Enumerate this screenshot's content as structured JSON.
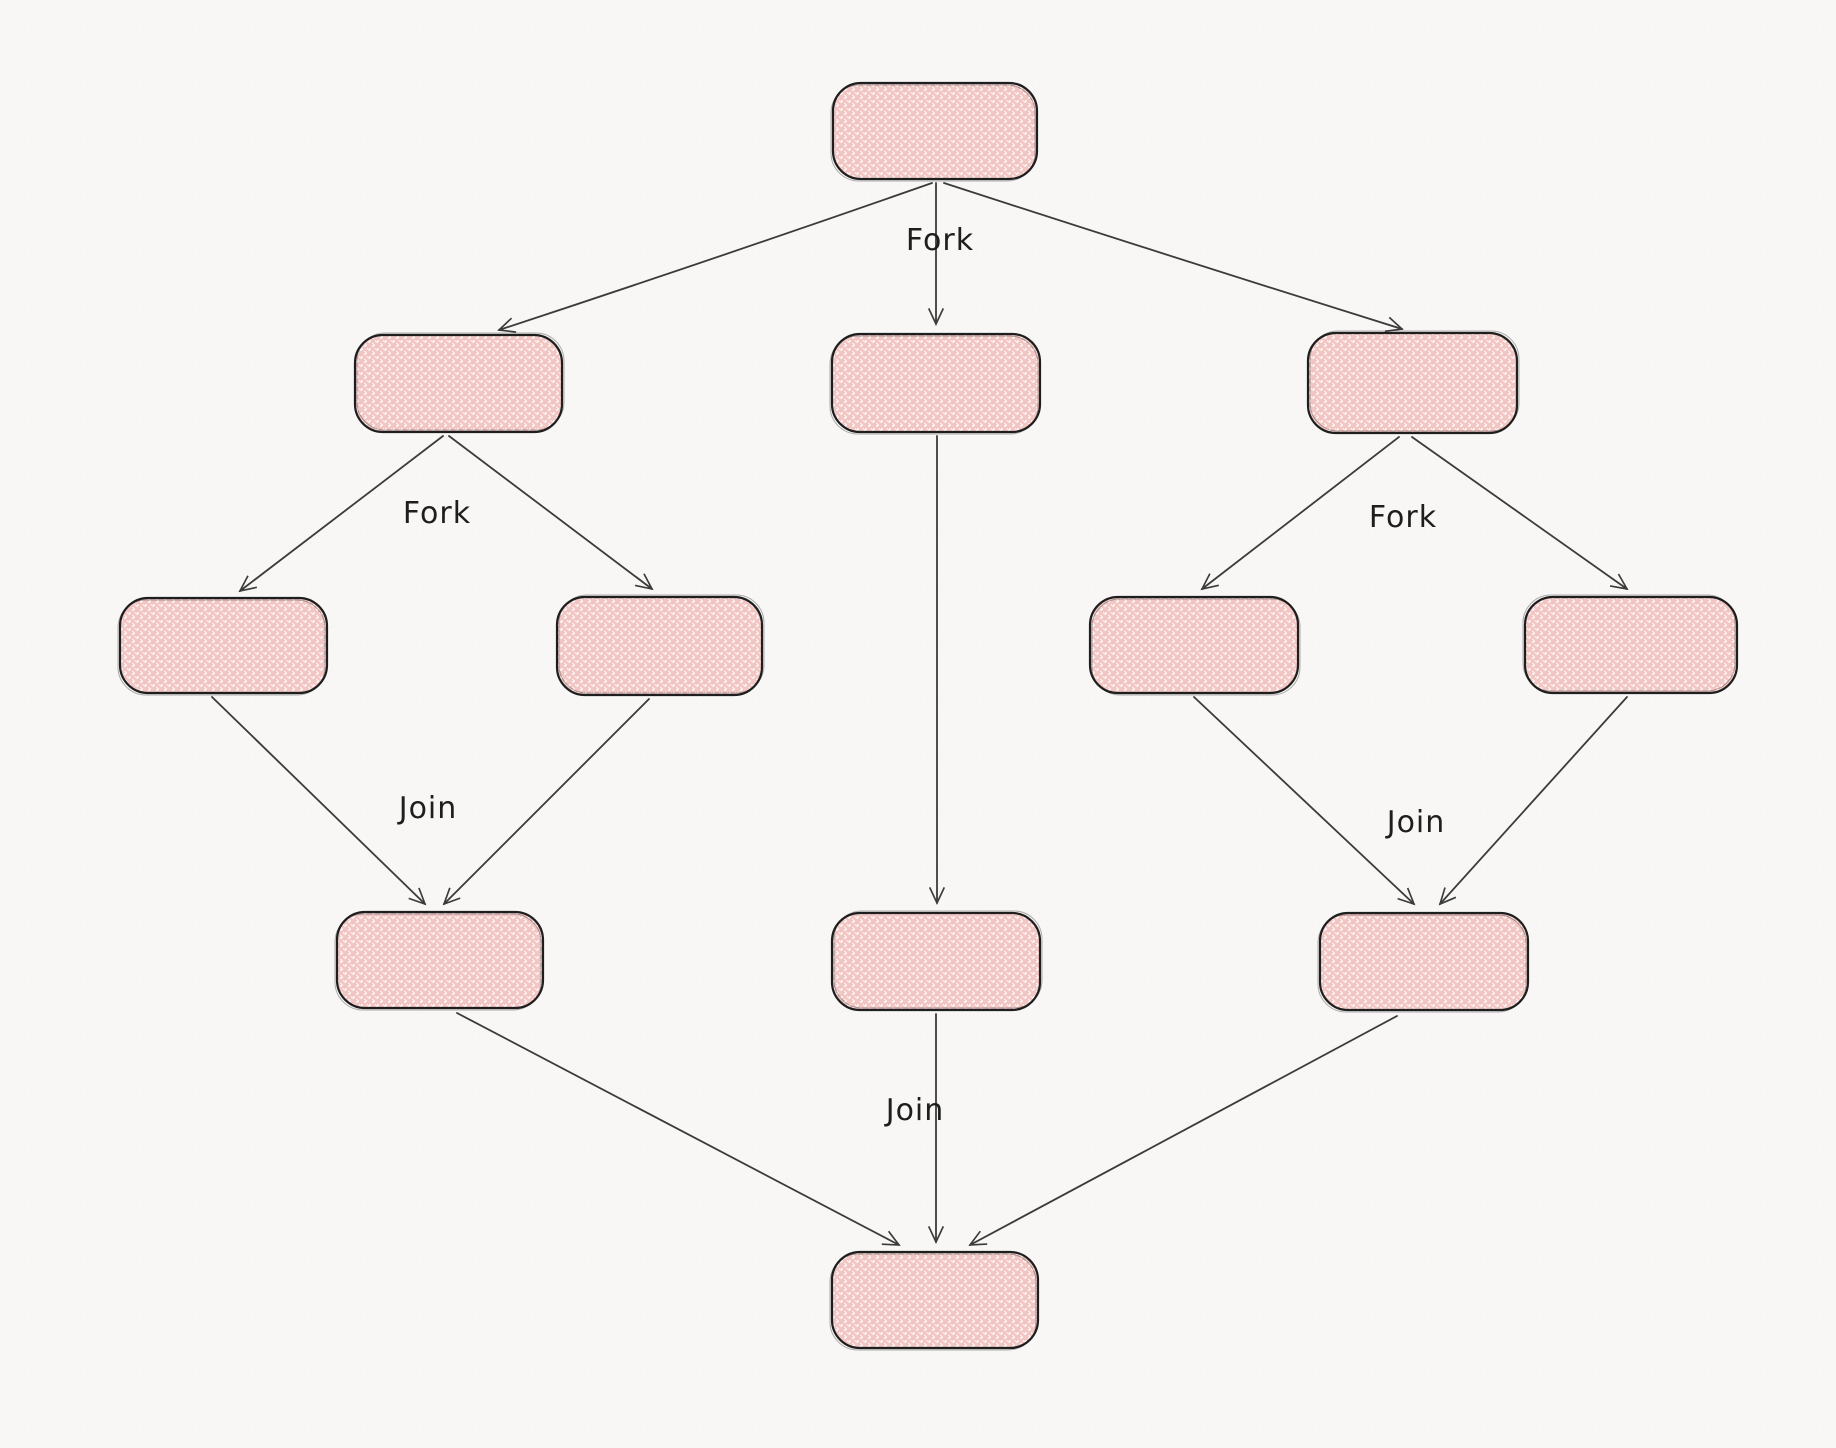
{
  "diagram": {
    "type": "flowchart",
    "style": "hand-drawn",
    "description": "Fork/Join concurrency flowchart with empty pink cross-hatched nodes",
    "colors": {
      "background": "#f8f7f5",
      "node_fill_base": "#ffffff",
      "node_hatch": "#f2c6c3",
      "node_border": "#1e1e1e",
      "arrow": "#3b3b3b",
      "label_text": "#1e1e1e"
    },
    "nodes": [
      {
        "id": "start",
        "label": ""
      },
      {
        "id": "branch-left",
        "label": ""
      },
      {
        "id": "branch-center",
        "label": ""
      },
      {
        "id": "branch-right",
        "label": ""
      },
      {
        "id": "task-left-1",
        "label": ""
      },
      {
        "id": "task-left-2",
        "label": ""
      },
      {
        "id": "task-right-1",
        "label": ""
      },
      {
        "id": "task-right-2",
        "label": ""
      },
      {
        "id": "join-left",
        "label": ""
      },
      {
        "id": "task-center",
        "label": ""
      },
      {
        "id": "join-right",
        "label": ""
      },
      {
        "id": "end",
        "label": ""
      }
    ],
    "edges": [
      {
        "from": "start",
        "to": "branch-left",
        "label": ""
      },
      {
        "from": "start",
        "to": "branch-center",
        "label": "Fork"
      },
      {
        "from": "start",
        "to": "branch-right",
        "label": ""
      },
      {
        "from": "branch-left",
        "to": "task-left-1",
        "label": ""
      },
      {
        "from": "branch-left",
        "to": "task-left-2",
        "label": ""
      },
      {
        "from": "task-left-1",
        "to": "join-left",
        "label": ""
      },
      {
        "from": "task-left-2",
        "to": "join-left",
        "label": ""
      },
      {
        "from": "branch-center",
        "to": "task-center",
        "label": ""
      },
      {
        "from": "branch-right",
        "to": "task-right-1",
        "label": ""
      },
      {
        "from": "branch-right",
        "to": "task-right-2",
        "label": ""
      },
      {
        "from": "task-right-1",
        "to": "join-right",
        "label": ""
      },
      {
        "from": "task-right-2",
        "to": "join-right",
        "label": ""
      },
      {
        "from": "join-left",
        "to": "end",
        "label": ""
      },
      {
        "from": "task-center",
        "to": "end",
        "label": "Join"
      },
      {
        "from": "join-right",
        "to": "end",
        "label": ""
      }
    ],
    "texts": [
      {
        "id": "fork-top",
        "text": "Fork"
      },
      {
        "id": "fork-left",
        "text": "Fork"
      },
      {
        "id": "fork-right",
        "text": "Fork"
      },
      {
        "id": "join-left-label",
        "text": "Join"
      },
      {
        "id": "join-right-label",
        "text": "Join"
      },
      {
        "id": "join-bottom",
        "text": "Join"
      }
    ]
  }
}
